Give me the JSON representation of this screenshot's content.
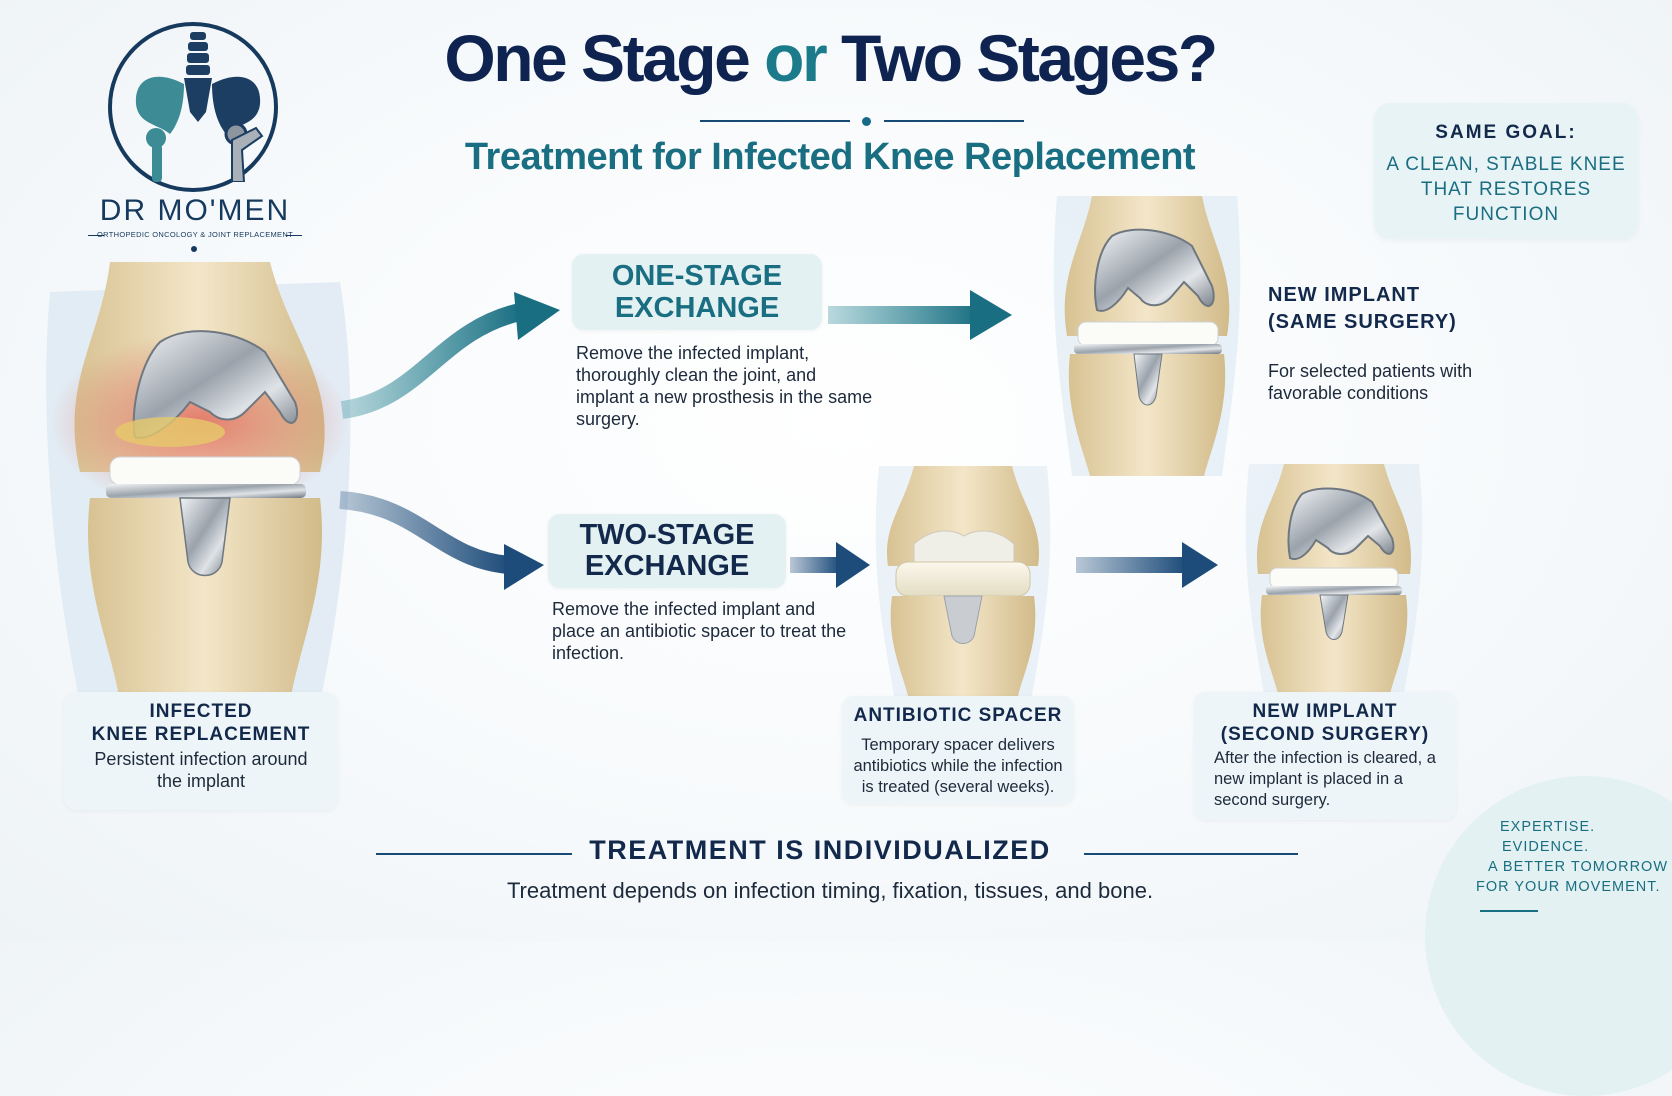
{
  "logo": {
    "name": "DR MO'MEN",
    "subtitle": "ORTHOPEDIC ONCOLOGY & JOINT REPLACEMENT"
  },
  "header": {
    "title_part1": "One Stage",
    "title_or": "or",
    "title_part2": "Two Stages?",
    "subtitle": "Treatment for Infected Knee Replacement"
  },
  "goal": {
    "heading": "SAME GOAL:",
    "body": "A CLEAN, STABLE KNEE THAT RESTORES FUNCTION"
  },
  "one_stage": {
    "label_line1": "ONE-STAGE",
    "label_line2": "EXCHANGE",
    "description": "Remove the infected implant, thoroughly clean the joint, and implant a new prosthesis in the same surgery.",
    "result_heading_line1": "NEW IMPLANT",
    "result_heading_line2": "(SAME SURGERY)",
    "result_description": "For selected patients with favorable conditions"
  },
  "two_stage": {
    "label_line1": "TWO-STAGE",
    "label_line2": "EXCHANGE",
    "description": "Remove the infected implant and place an antibiotic spacer to treat the infection.",
    "spacer_heading": "ANTIBIOTIC SPACER",
    "spacer_description": "Temporary spacer delivers antibiotics while the infection is treated (several weeks).",
    "result_heading_line1": "NEW IMPLANT",
    "result_heading_line2": "(SECOND SURGERY)",
    "result_description": "After the infection is cleared, a new implant is placed in a second surgery."
  },
  "infected": {
    "heading_line1": "INFECTED",
    "heading_line2": "KNEE REPLACEMENT",
    "description": "Persistent infection around the implant"
  },
  "footer": {
    "heading": "TREATMENT IS INDIVIDUALIZED",
    "description": "Treatment depends on infection timing, fixation, tissues, and bone."
  },
  "tagline": {
    "line1": "EXPERTISE.",
    "line2": "EVIDENCE.",
    "line3": "A BETTER TOMORROW",
    "line4": "FOR YOUR MOVEMENT."
  },
  "colors": {
    "navy": "#13294b",
    "teal": "#1a6e82",
    "bone": "#ecdcba",
    "metal": "#b8bec6",
    "infection": "#d9534f"
  },
  "icons": [
    "spine-pelvis-logo-icon",
    "hip-implant-icon",
    "knee-implant-illustration",
    "arrow-icon"
  ]
}
